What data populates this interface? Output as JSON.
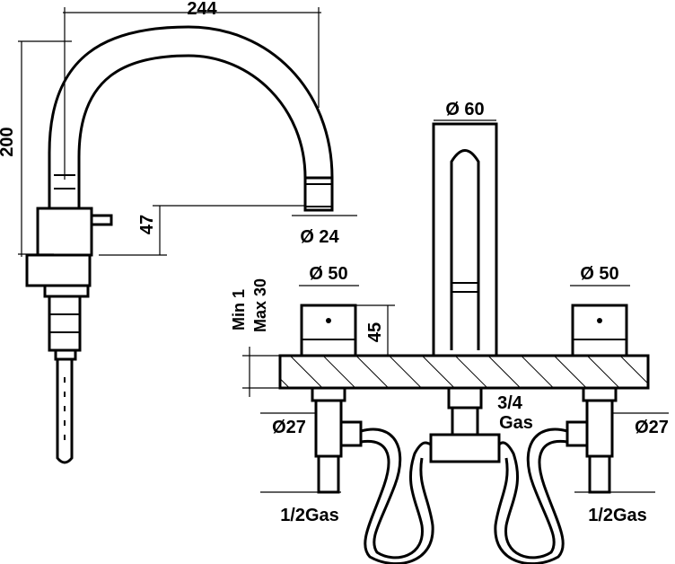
{
  "dimensions": {
    "width_total": "244",
    "height_total": "200",
    "spout_base_height": "47",
    "spout_tip_diameter": "Ø 24",
    "spout_diameter": "Ø 60",
    "handle_left_diameter": "Ø 50",
    "handle_right_diameter": "Ø 50",
    "deck_thickness_min": "Min 1",
    "deck_thickness_max": "Max 30",
    "handle_height": "45",
    "inlet_left_diameter": "Ø27",
    "inlet_right_diameter": "Ø27",
    "center_connection": "3/4",
    "center_connection_unit": "Gas",
    "outlet_left": "1/2Gas",
    "outlet_right": "1/2Gas"
  },
  "colors": {
    "line": "#000000",
    "background": "#ffffff"
  }
}
